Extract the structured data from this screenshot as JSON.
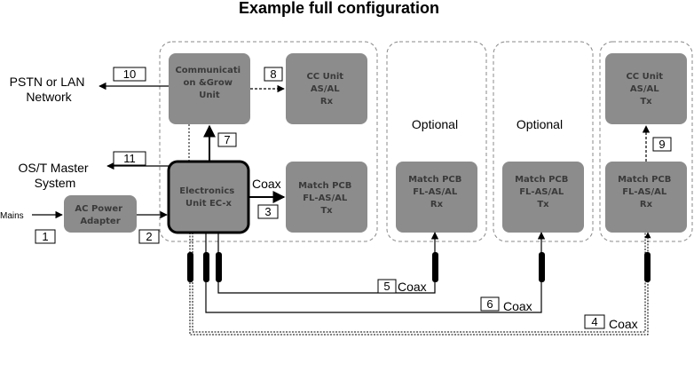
{
  "title": "Example full configuration",
  "external": {
    "pstn": [
      "PSTN or LAN",
      "Network"
    ],
    "master": [
      "OS/T Master",
      "System"
    ],
    "mains": "Mains"
  },
  "boxes": {
    "comm": [
      "Communicati",
      "on &Grow",
      "Unit"
    ],
    "cc_rx": [
      "CC Unit",
      "AS/AL",
      "Rx"
    ],
    "electronics": [
      "Electronics",
      "Unit EC-x"
    ],
    "match_tx_main": [
      "Match PCB",
      "FL-AS/AL",
      "Tx"
    ],
    "power": [
      "AC Power",
      "Adapter"
    ],
    "match_rx_opt": [
      "Match PCB",
      "FL-AS/AL",
      "Rx"
    ],
    "match_tx_opt": [
      "Match PCB",
      "FL-AS/AL",
      "Tx"
    ],
    "cc_tx": [
      "CC Unit",
      "AS/AL",
      "Tx"
    ],
    "match_rx_right": [
      "Match PCB",
      "FL-AS/AL",
      "Rx"
    ]
  },
  "optional": [
    "Optional",
    "Optional"
  ],
  "numbers": [
    "1",
    "2",
    "3",
    "4",
    "5",
    "6",
    "7",
    "8",
    "9",
    "10",
    "11"
  ],
  "coax": {
    "main": "Coax",
    "c5": "Coax",
    "c6": "Coax",
    "c4": "Coax"
  },
  "colors": {
    "box_fill": "#8c8c8c",
    "box_text": "#3a3a3a",
    "line": "#000000",
    "dashed_border": "#8c8c8c"
  }
}
